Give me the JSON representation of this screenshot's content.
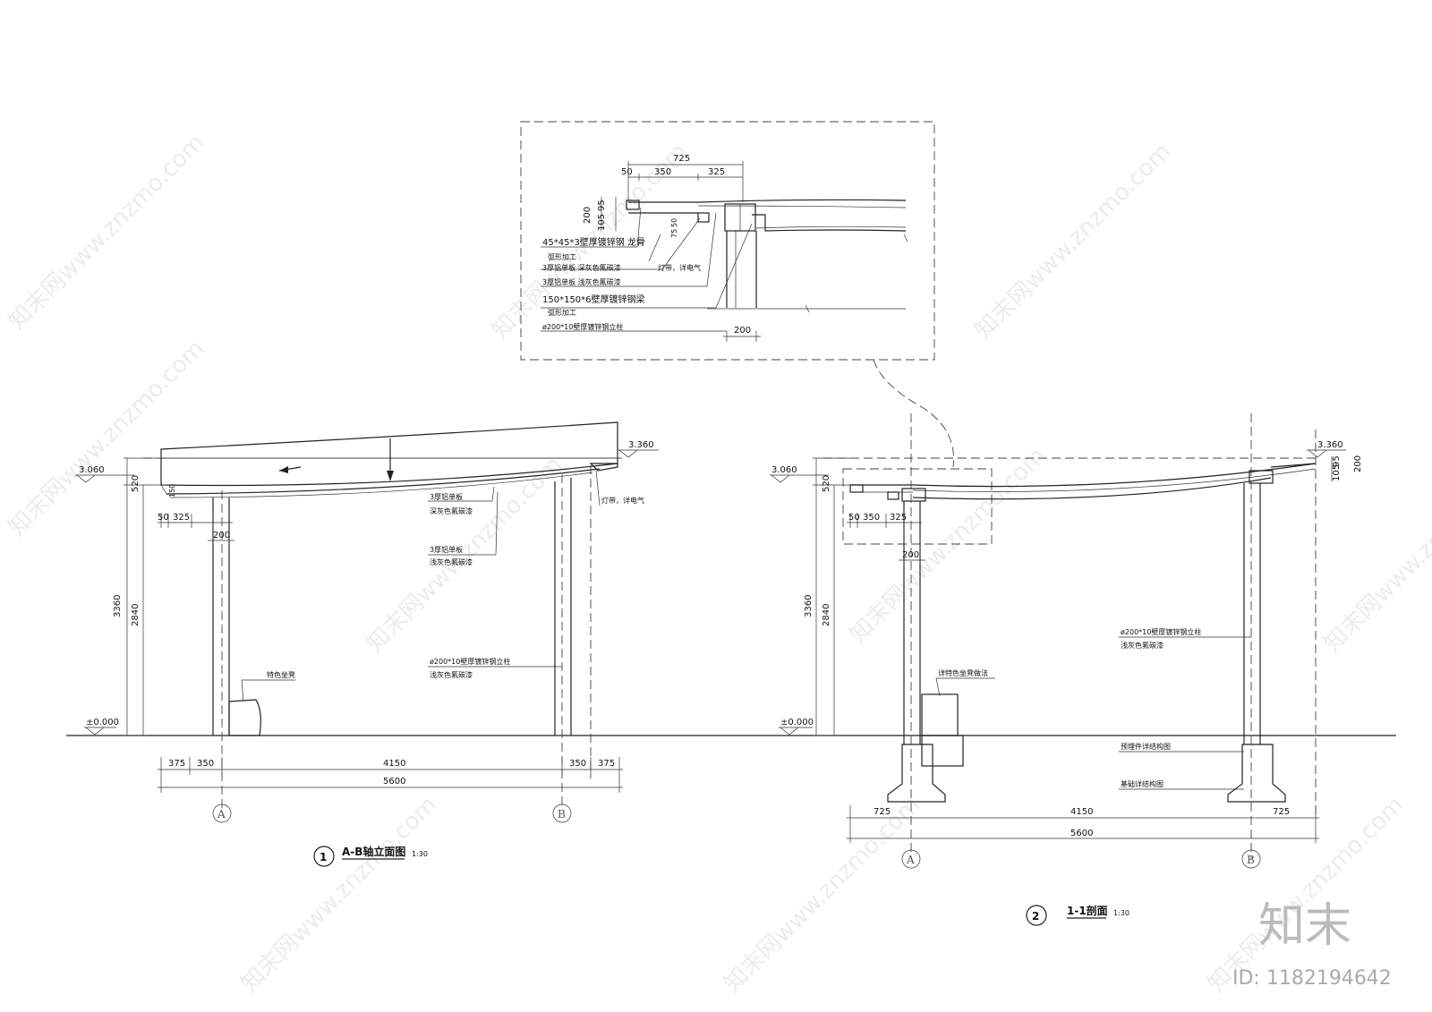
{
  "watermark": "知末网www.znzmo.com",
  "logo": "知末",
  "id_label": "ID: 1182194642",
  "detail": {
    "dim_725": "725",
    "dim_50": "50",
    "dim_350": "350",
    "dim_325": "325",
    "dim_200_v": "200",
    "dim_105": "105",
    "dim_95": "95",
    "dim_50b": "50",
    "dim_75": "75",
    "dim_200_h": "200",
    "label1a": "45*45*3壁厚镀锌钢 龙骨",
    "label1b": "弧形加工",
    "label2": "3厚铝单板 深灰色氟碳漆",
    "label3": "3厚铝单板 浅灰色氟碳漆",
    "label4a": "150*150*6壁厚镀锌钢梁",
    "label4b": "弧形加工",
    "label5": "ø200*10壁厚镀锌钢立柱",
    "label_light": "灯带，详电气"
  },
  "left": {
    "elev_3360": "3.360",
    "elev_3060": "3.060",
    "elev_0": "±0.000",
    "dim_520": "520",
    "dim_3360": "3360",
    "dim_2840": "2840",
    "dim_50": "50",
    "dim_325": "325",
    "dim_200": "200",
    "dim_150": "150",
    "dim_b375a": "375",
    "dim_b350a": "350",
    "dim_b4150": "4150",
    "dim_b350b": "350",
    "dim_b375b": "375",
    "dim_b5600": "5600",
    "note_deep_a": "3厚铝单板",
    "note_deep_b": "深灰色氟碳漆",
    "note_light_a": "3厚铝单板",
    "note_light_b": "浅灰色氟碳漆",
    "note_lamp": "灯带，详电气",
    "note_column_a": "ø200*10壁厚镀锌钢立柱",
    "note_column_b": "浅灰色氟碳漆",
    "note_seat": "特色坐凳",
    "axis_a": "A",
    "axis_b": "B",
    "title_num": "1",
    "title": "A-B轴立面图",
    "scale": "1:30"
  },
  "right": {
    "elev_3360": "3.360",
    "elev_3060": "3.060",
    "elev_0": "±0.000",
    "dim_520": "520",
    "dim_3360": "3360",
    "dim_2840": "2840",
    "dim_50": "50",
    "dim_350": "350",
    "dim_325": "325",
    "dim_200": "200",
    "dim_r200": "200",
    "dim_r105": "105",
    "dim_r95": "95",
    "dim_b725a": "725",
    "dim_b4150": "4150",
    "dim_b725b": "725",
    "dim_b5600": "5600",
    "note_column_a": "ø200*10壁厚镀锌钢立柱",
    "note_column_b": "浅灰色氟碳漆",
    "note_seat": "详特色坐凳做法",
    "note_embed": "预埋件详结构图",
    "note_found": "基础详结构图",
    "axis_a": "A",
    "axis_b": "B",
    "title_num": "2",
    "title": "1-1剖面",
    "scale": "1:30"
  }
}
